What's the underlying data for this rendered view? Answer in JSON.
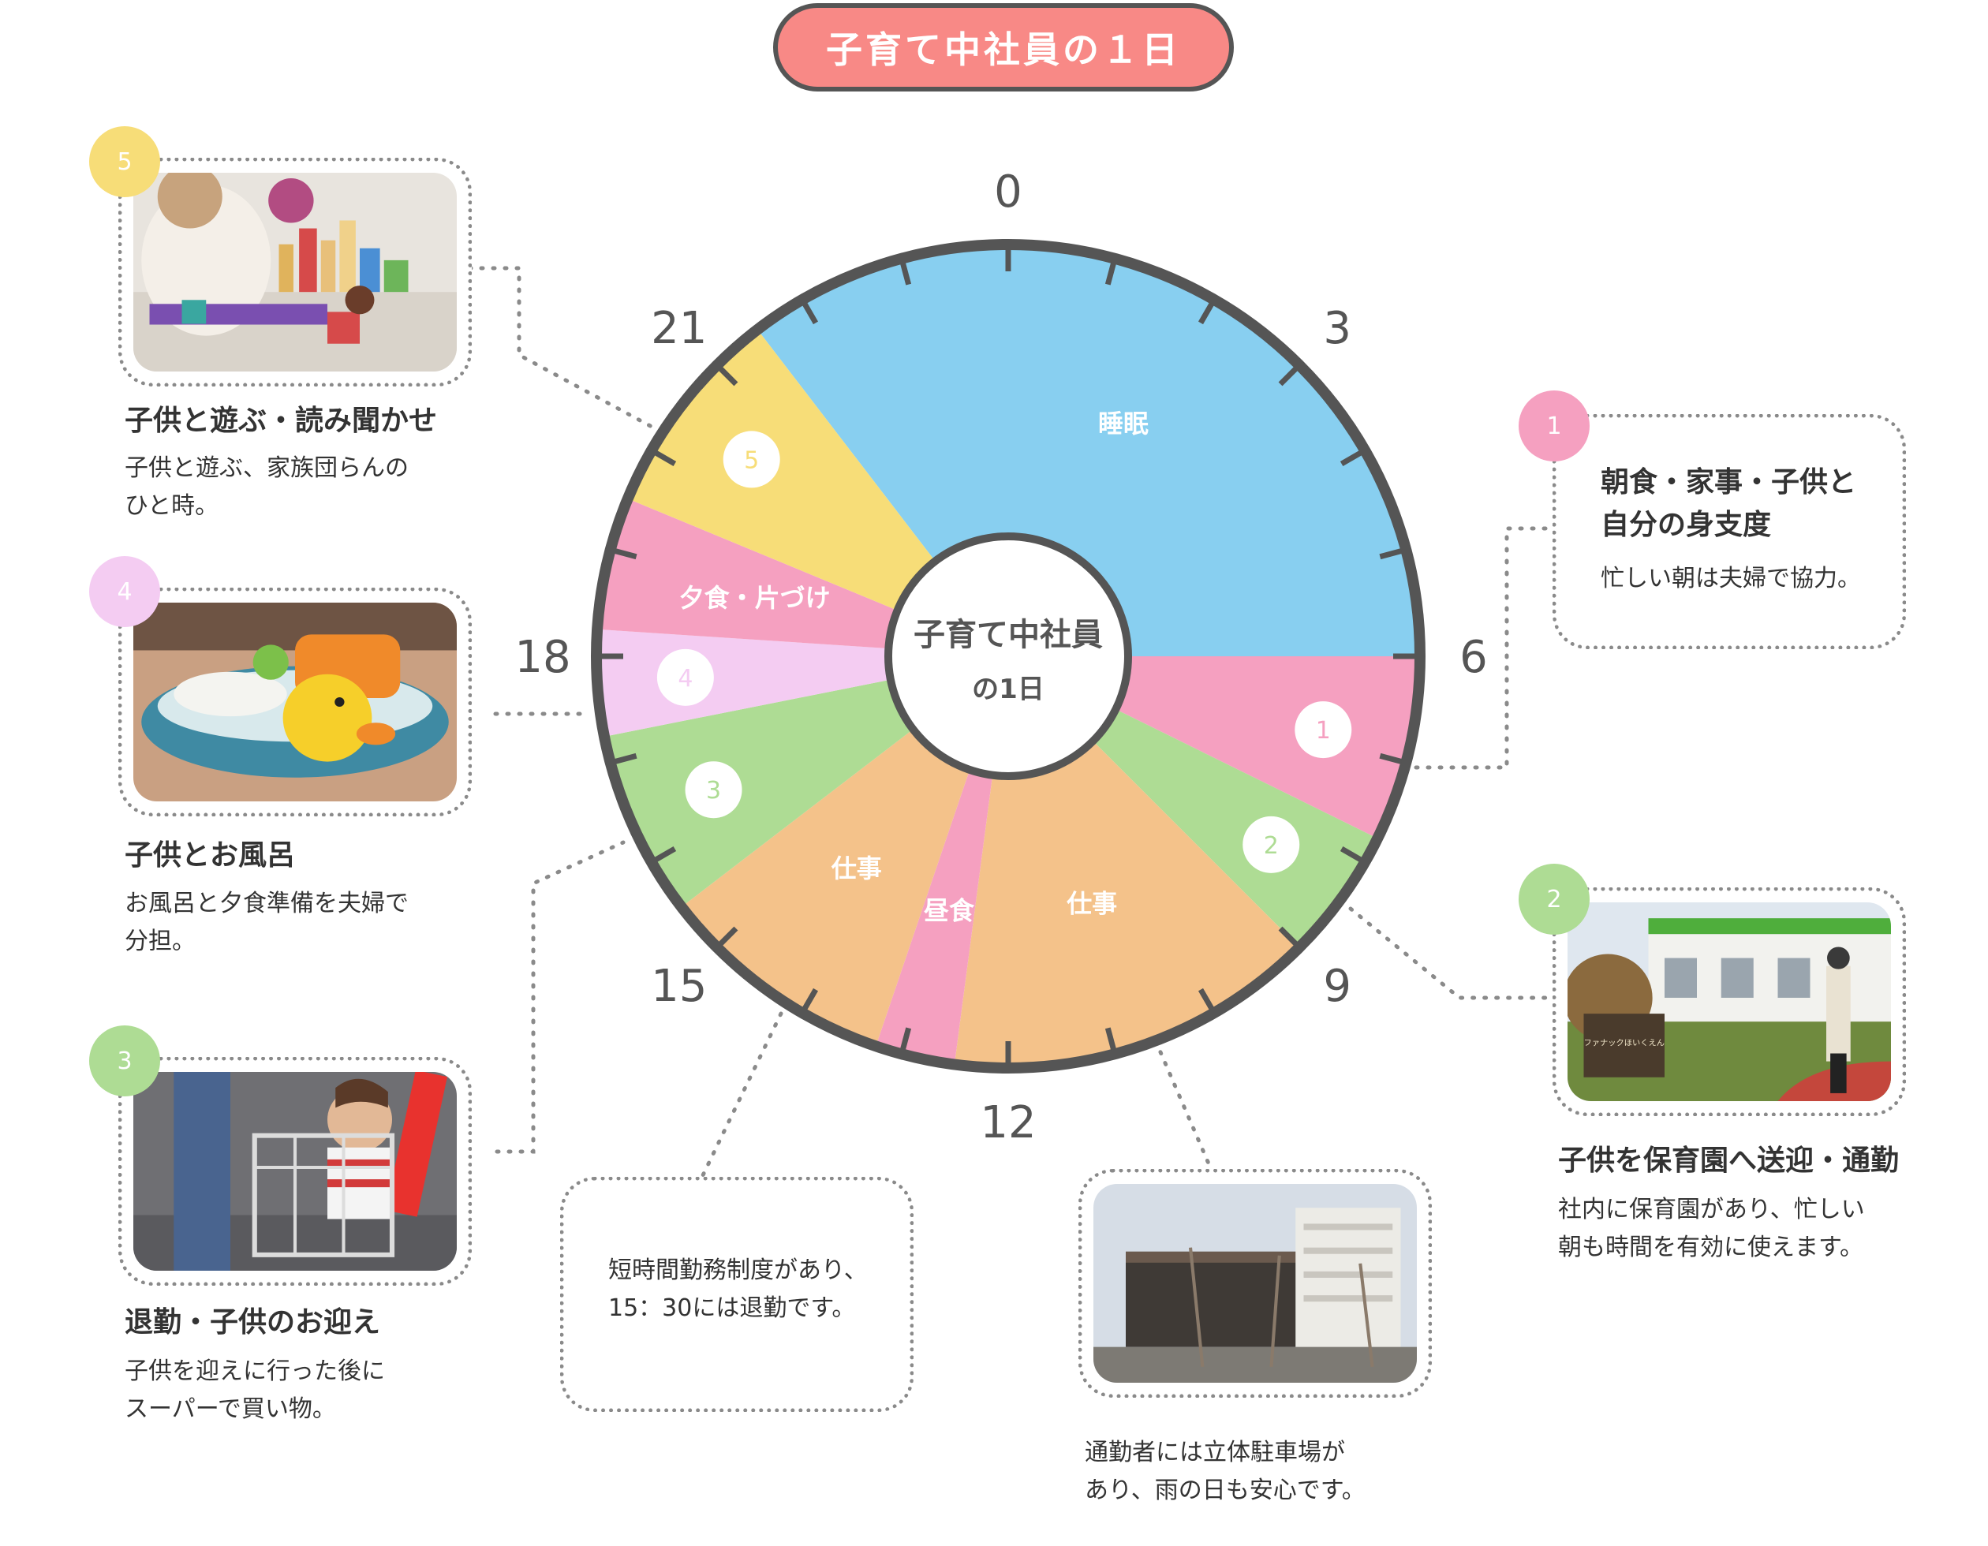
{
  "title": "子育て中社員の１日",
  "clock": {
    "center_lines": [
      "子育て中社員",
      "の1日"
    ],
    "hour_labels": [
      "0",
      "3",
      "6",
      "9",
      "12",
      "15",
      "18",
      "21"
    ],
    "segments": [
      {
        "id": "sleep",
        "start": 21.5,
        "end": 6.0,
        "color": "#88cff0",
        "label": "睡眠"
      },
      {
        "id": "s1",
        "start": 6.0,
        "end": 7.75,
        "color": "#f5a0c0",
        "badge": "1"
      },
      {
        "id": "s2",
        "start": 7.75,
        "end": 9.0,
        "color": "#aedc94",
        "badge": "2"
      },
      {
        "id": "work-am",
        "start": 9.0,
        "end": 12.5,
        "color": "#f4c28a",
        "label": "仕事"
      },
      {
        "id": "lunch",
        "start": 12.5,
        "end": 13.25,
        "color": "#f5a0c0",
        "label": "昼食"
      },
      {
        "id": "work-pm",
        "start": 13.25,
        "end": 15.5,
        "color": "#f4c28a",
        "label": "仕事"
      },
      {
        "id": "s3",
        "start": 15.5,
        "end": 17.25,
        "color": "#aedc94",
        "badge": "3"
      },
      {
        "id": "s4",
        "start": 17.25,
        "end": 18.25,
        "color": "#f4ccf2",
        "badge": "4"
      },
      {
        "id": "dinner",
        "start": 18.25,
        "end": 19.5,
        "color": "#f5a0c0",
        "label": "夕食・片づけ"
      },
      {
        "id": "s5",
        "start": 19.5,
        "end": 21.5,
        "color": "#f7dd78",
        "badge": "5"
      }
    ]
  },
  "callouts": {
    "c1": {
      "badge": "1",
      "color": "#f5a0c0",
      "heading_lines": [
        "朝食・家事・子供と",
        "自分の身支度"
      ],
      "desc_lines": [
        "忙しい朝は夫婦で協力。"
      ]
    },
    "c2": {
      "badge": "2",
      "color": "#aedc94",
      "heading": "子供を保育園へ送迎・通勤",
      "desc_lines": [
        "社内に保育園があり、忙しい",
        "朝も時間を有効に使えます。"
      ],
      "sign_text": "ファナックほいくえん"
    },
    "c3": {
      "badge": "3",
      "color": "#aedc94",
      "heading": "退勤・子供のお迎え",
      "desc_lines": [
        "子供を迎えに行った後に",
        "スーパーで買い物。"
      ]
    },
    "c4": {
      "badge": "4",
      "color": "#f4ccf2",
      "heading": "子供とお風呂",
      "desc_lines": [
        "お風呂と夕食準備を夫婦で",
        "分担。"
      ]
    },
    "c5": {
      "badge": "5",
      "color": "#f7dd78",
      "heading": "子供と遊ぶ・読み聞かせ",
      "desc_lines": [
        "子供と遊ぶ、家族団らんの",
        "ひと時。"
      ]
    },
    "short_hours": {
      "desc_lines": [
        "短時間勤務制度があり、",
        "15：30には退勤です。"
      ]
    },
    "parking": {
      "desc_lines": [
        "通勤者には立体駐車場が",
        "あり、雨の日も安心です。"
      ]
    }
  },
  "colors": {
    "title_bg": "#f88986",
    "outline": "#555555",
    "dotted": "#8a8a8a"
  }
}
